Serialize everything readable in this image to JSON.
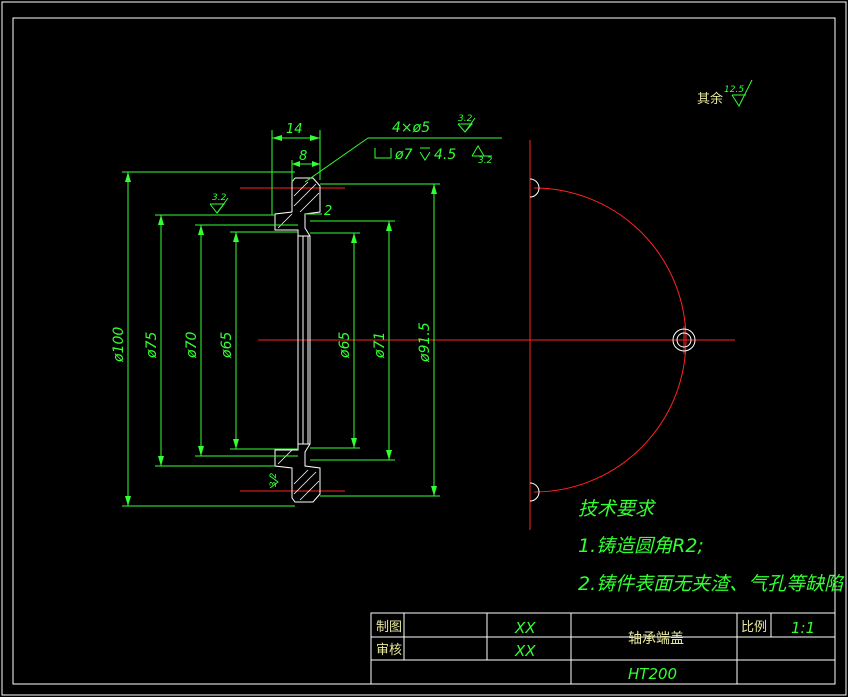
{
  "colors": {
    "background": "#000000",
    "frame": "#ffffff",
    "dimension": "#33ff33",
    "centerline": "#ff2222",
    "outline": "#ffffff"
  },
  "roughness": {
    "general_label": "其余",
    "general_value": "12.5",
    "top_value": "3.2",
    "inner_value": "3.2",
    "side_value": "3.2",
    "right_value": "3.2"
  },
  "dimensions": {
    "width_14": "14",
    "width_8": "8",
    "gap_2": "2",
    "holes": "4×ø5",
    "counterbore": "ø7",
    "depth": "4.5",
    "d100": "ø100",
    "d75": "ø75",
    "d70": "ø70",
    "d65_left": "ø65",
    "d65_right": "ø65",
    "d71": "ø71",
    "d91_5": "ø91.5"
  },
  "notes": {
    "title": "技术要求",
    "item1": "1.铸造圆角R2;",
    "item2": "2.铸件表面无夹渣、气孔等缺陷"
  },
  "title_block": {
    "drawn_label": "制图",
    "drawn_value": "XX",
    "checked_label": "审核",
    "checked_value": "XX",
    "part_name": "轴承端盖",
    "scale_label": "比例",
    "scale_value": "1:1",
    "material": "HT200"
  }
}
